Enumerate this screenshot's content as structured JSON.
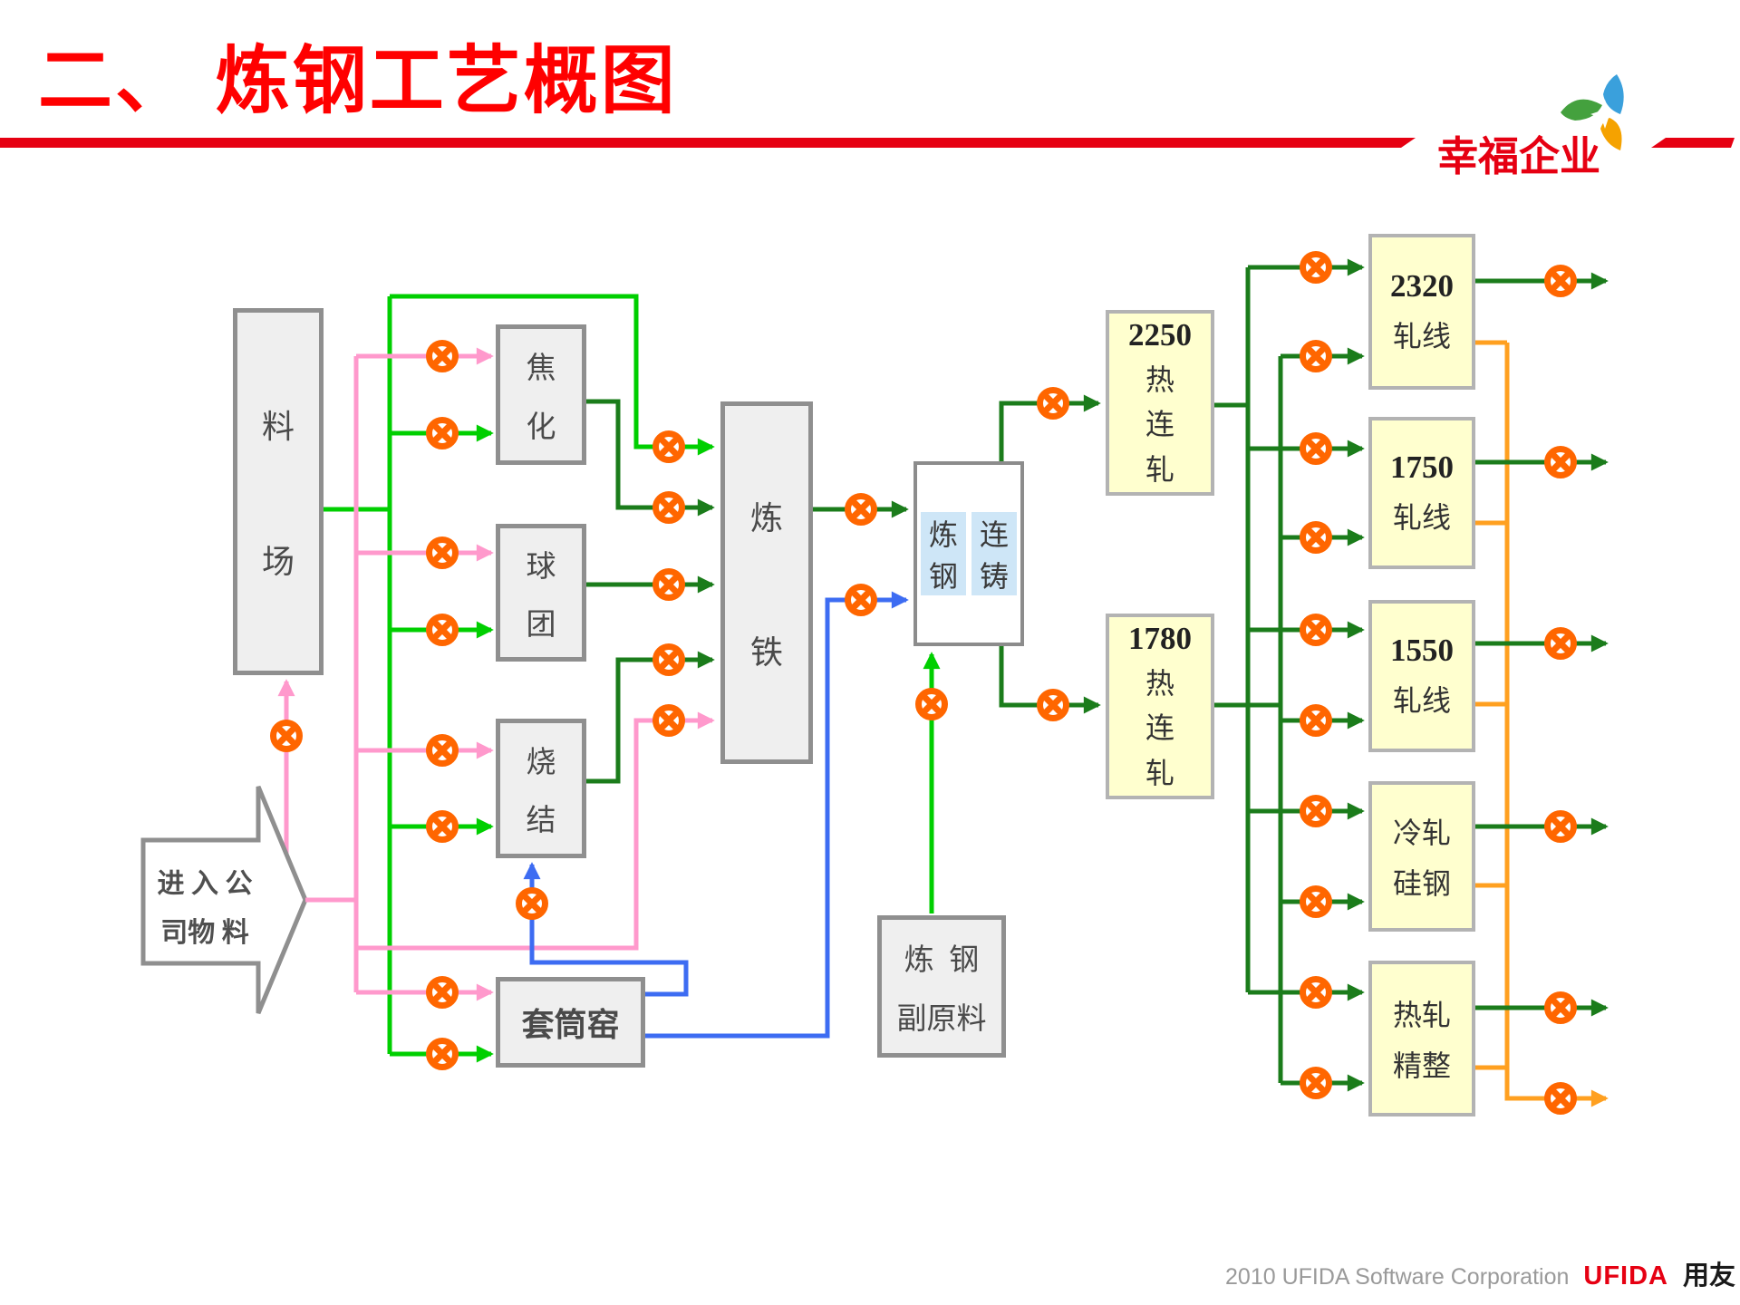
{
  "slide": {
    "title": "二、 炼钢工艺概图",
    "brand": {
      "text": "幸福企业",
      "logo_icon": "pinwheel-icon",
      "logo_colors": {
        "green": "#44A13E",
        "blue": "#3AA0DC",
        "orange": "#F5A200"
      }
    },
    "footer": {
      "copyright": "2010 UFIDA Software Corporation",
      "brand_en": "UFIDA",
      "brand_cn": "用友"
    }
  },
  "diagram": {
    "boxes": {
      "material_yard": {
        "top": "料",
        "bottom": "场"
      },
      "incoming": {
        "line1": "进 入 公",
        "line2": "司物 料"
      },
      "coking": {
        "top": "焦",
        "bottom": "化"
      },
      "pellet": {
        "top": "球",
        "bottom": "团"
      },
      "sinter": {
        "top": "烧",
        "bottom": "结"
      },
      "sleeve_kiln": {
        "label": "套筒窑"
      },
      "iron_making": {
        "top": "炼",
        "bottom": "铁"
      },
      "steel_making": {
        "top": "炼",
        "bottom": "钢"
      },
      "cont_casting": {
        "top": "连",
        "bottom": "铸"
      },
      "aux_material": {
        "line1": "炼  钢",
        "line2": "副原料"
      },
      "hot_2250": {
        "num": "2250",
        "c1": "热",
        "c2": "连",
        "c3": "轧"
      },
      "hot_1780": {
        "num": "1780",
        "c1": "热",
        "c2": "连",
        "c3": "轧"
      },
      "mill_2320": {
        "num": "2320",
        "name": "轧线"
      },
      "mill_1750": {
        "num": "1750",
        "name": "轧线"
      },
      "mill_1550": {
        "num": "1550",
        "name": "轧线"
      },
      "cold_silicon": {
        "line1": "冷轧",
        "line2": "硅钢"
      },
      "hot_finishing": {
        "line1": "热轧",
        "line2": "精整"
      }
    },
    "colors": {
      "title_red": "#FF0000",
      "brand_red": "#E60012",
      "bright_green": "#00CF00",
      "dark_green": "#1B7C1B",
      "pink": "#FF99CC",
      "blue": "#3D6CF2",
      "orange": "#FFA020",
      "valve_orange": "#FF6600",
      "box_gray_fill": "#EFEFEF",
      "box_yellow_fill": "#FFFFCF",
      "box_blue_fill": "#CEE6F7"
    }
  }
}
